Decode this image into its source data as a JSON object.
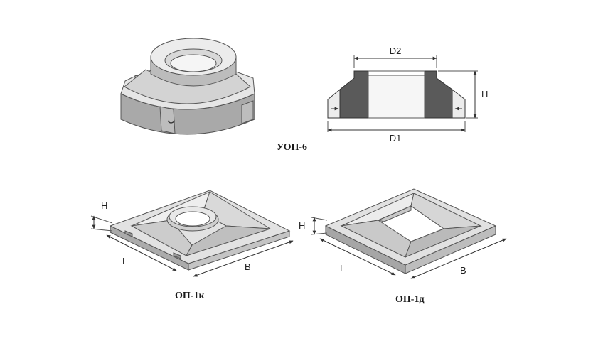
{
  "captions": {
    "uop6": "УОП-6",
    "op1k": "ОП-1к",
    "op1d": "ОП-1д"
  },
  "dimensions": {
    "d2": "D2",
    "d1": "D1",
    "h_section": "H",
    "h_op1k": "H",
    "l_op1k": "L",
    "b_op1k": "B",
    "h_op1d": "H",
    "l_op1d": "L",
    "b_op1d": "B"
  },
  "colors": {
    "concrete_light": "#e4e4e4",
    "concrete_mid": "#cfcfcf",
    "concrete_dark": "#a8a8a8",
    "section_fill": "#5a5a5a",
    "outline": "#333333"
  }
}
